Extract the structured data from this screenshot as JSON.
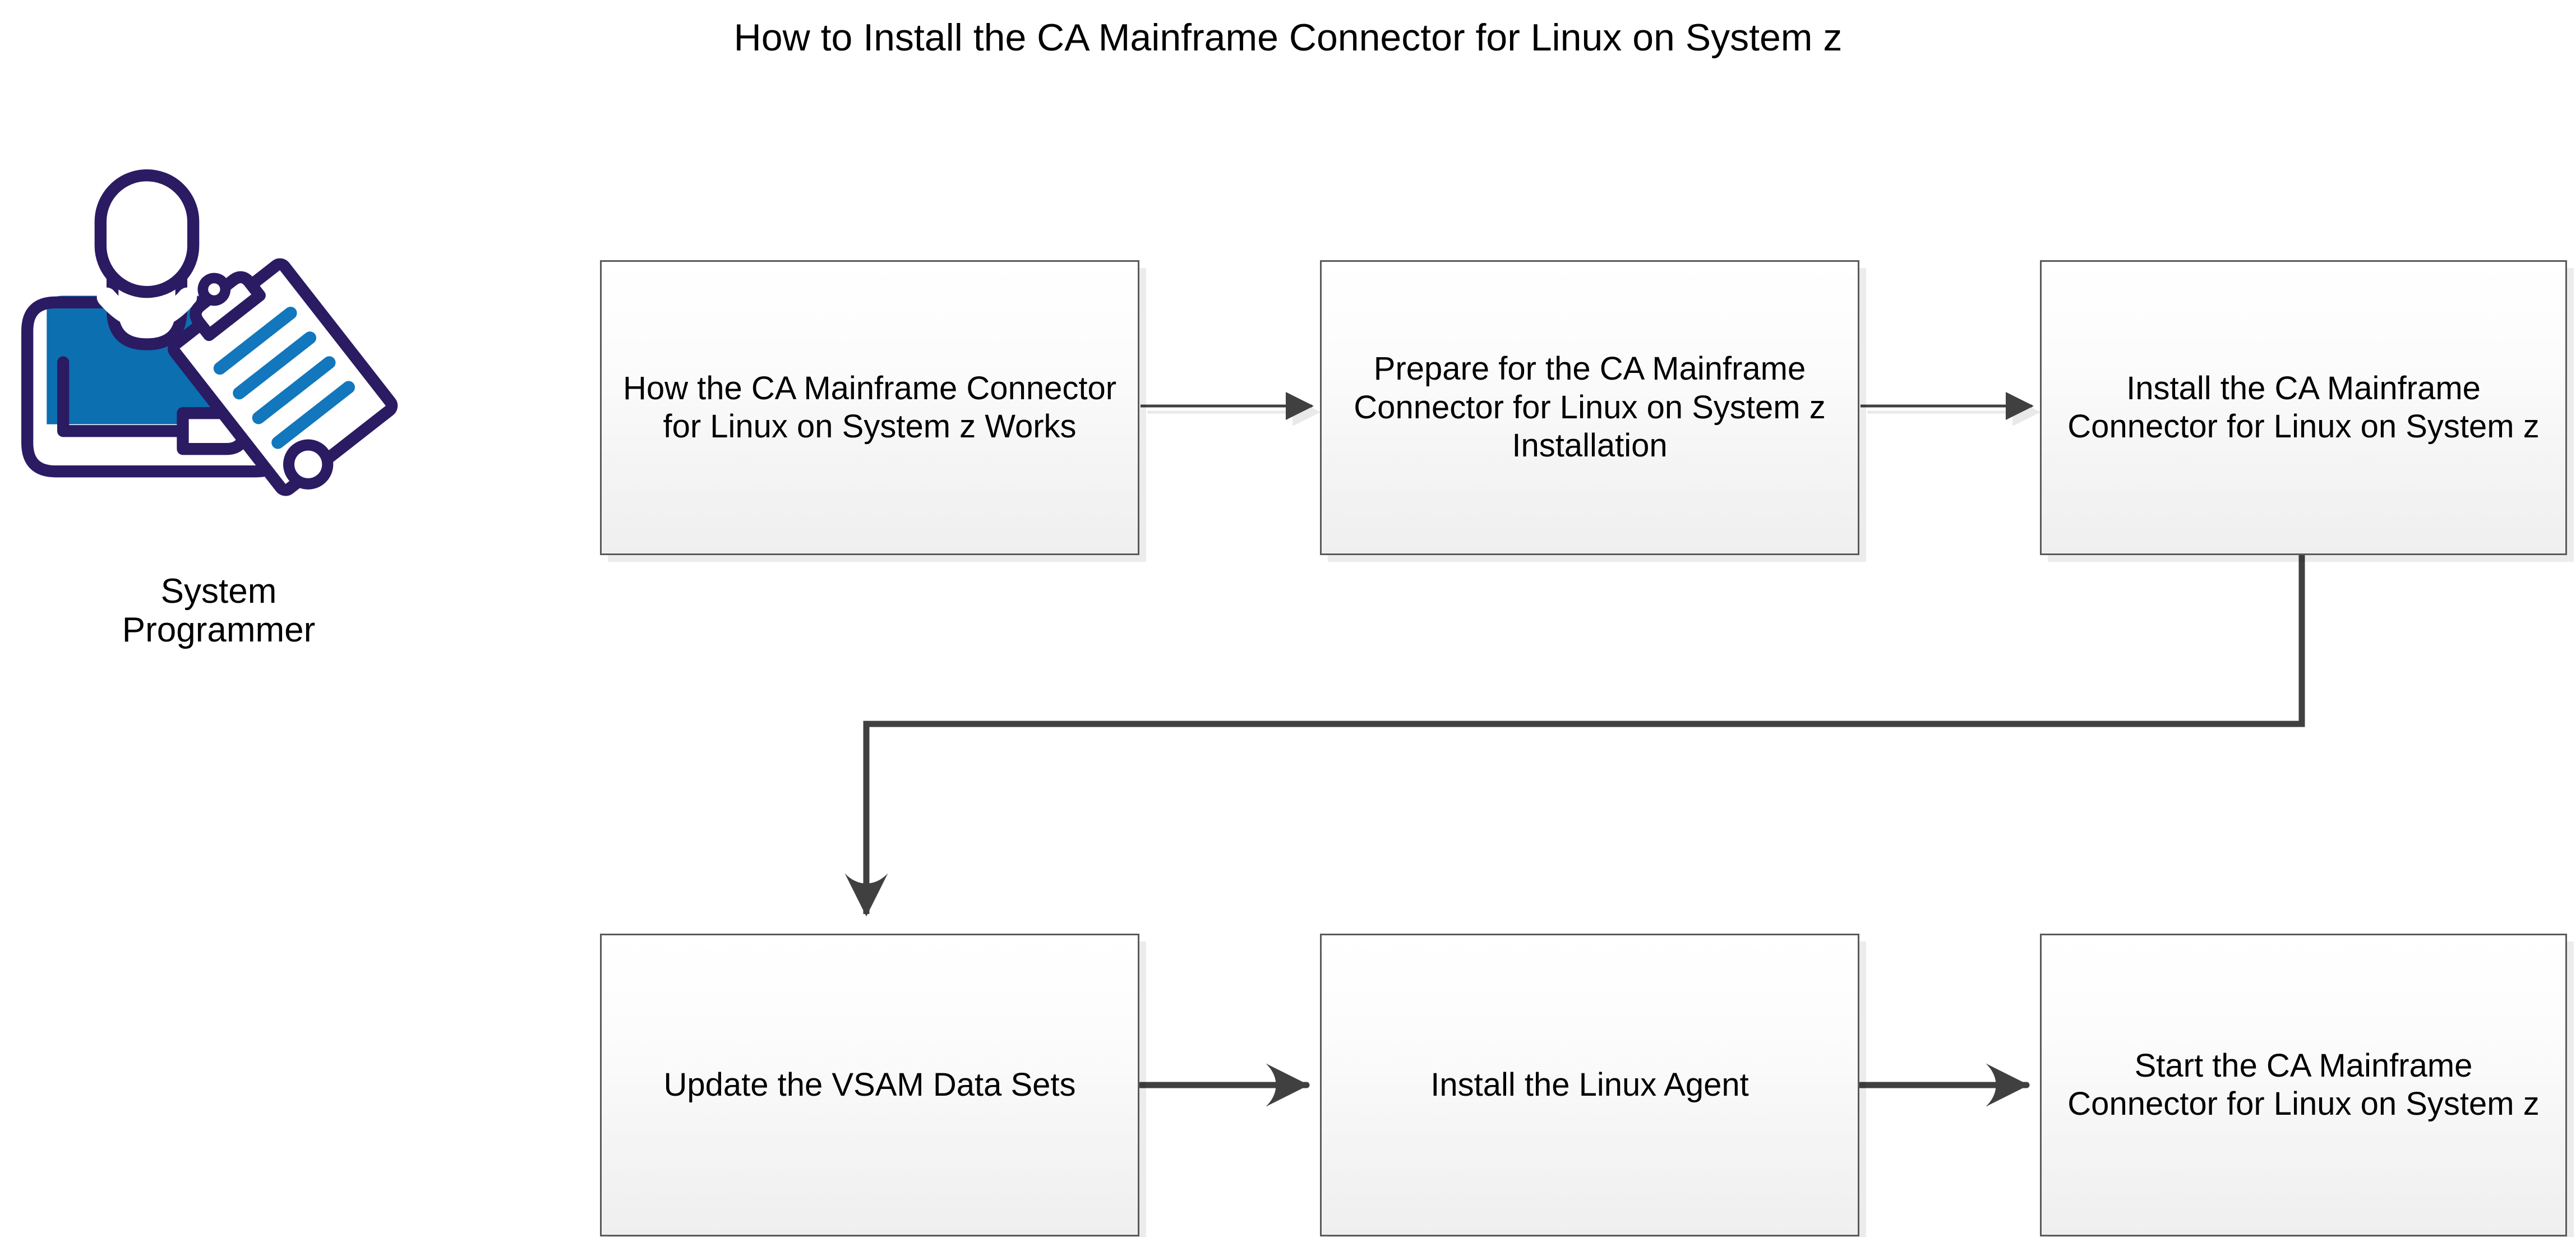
{
  "title": "How to Install the CA Mainframe Connector for Linux on System z",
  "persona": {
    "icon": "system-programmer-person-with-clipboard-icon",
    "label_line1": "System",
    "label_line2": "Programmer",
    "colors": {
      "outline": "#2B1B63",
      "shirt": "#0B6FB0",
      "clipboard_lines": "#1277BC",
      "fill": "#FFFFFF"
    }
  },
  "colors": {
    "node_border": "#5A5A5A",
    "node_fill_top": "#FFFFFF",
    "node_fill_bottom": "#EFEFEF",
    "node_shadow": "#E7E7E7",
    "connector": "#404040",
    "connector_shadow": "#E9E9E9",
    "text": "#000000",
    "background": "#FFFFFF"
  },
  "nodes": [
    {
      "id": "how-it-works",
      "label": "How the CA Mainframe Connector for Linux on System z Works",
      "row": 1,
      "col": 1
    },
    {
      "id": "prepare",
      "label": "Prepare for the CA Mainframe Connector for Linux on System z Installation",
      "row": 1,
      "col": 2
    },
    {
      "id": "install-cmc",
      "label": "Install the CA Mainframe Connector for Linux on System z",
      "row": 1,
      "col": 3
    },
    {
      "id": "update-vsam",
      "label": "Update the VSAM Data Sets",
      "row": 2,
      "col": 1
    },
    {
      "id": "install-agent",
      "label": "Install the Linux Agent",
      "row": 2,
      "col": 2
    },
    {
      "id": "start-cmc",
      "label": "Start the CA Mainframe Connector for Linux on System z",
      "row": 2,
      "col": 3
    }
  ],
  "connectors": [
    {
      "id": "how-it-works-to-prepare",
      "from": "how-it-works",
      "to": "prepare",
      "style": "straight-right",
      "weight": "thin",
      "arrowhead": "solid-triangle",
      "shadow": true
    },
    {
      "id": "prepare-to-install-cmc",
      "from": "prepare",
      "to": "install-cmc",
      "style": "straight-right",
      "weight": "thin",
      "arrowhead": "solid-triangle",
      "shadow": true
    },
    {
      "id": "install-cmc-to-update-vsam",
      "from": "install-cmc",
      "to": "update-vsam",
      "style": "elbow-down-left-down",
      "weight": "thick",
      "arrowhead": "barbed",
      "shadow": false
    },
    {
      "id": "update-vsam-to-install-agent",
      "from": "update-vsam",
      "to": "install-agent",
      "style": "straight-right",
      "weight": "thick",
      "arrowhead": "barbed",
      "shadow": false
    },
    {
      "id": "install-agent-to-start-cmc",
      "from": "install-agent",
      "to": "start-cmc",
      "style": "straight-right",
      "weight": "thick",
      "arrowhead": "barbed",
      "shadow": false
    }
  ]
}
